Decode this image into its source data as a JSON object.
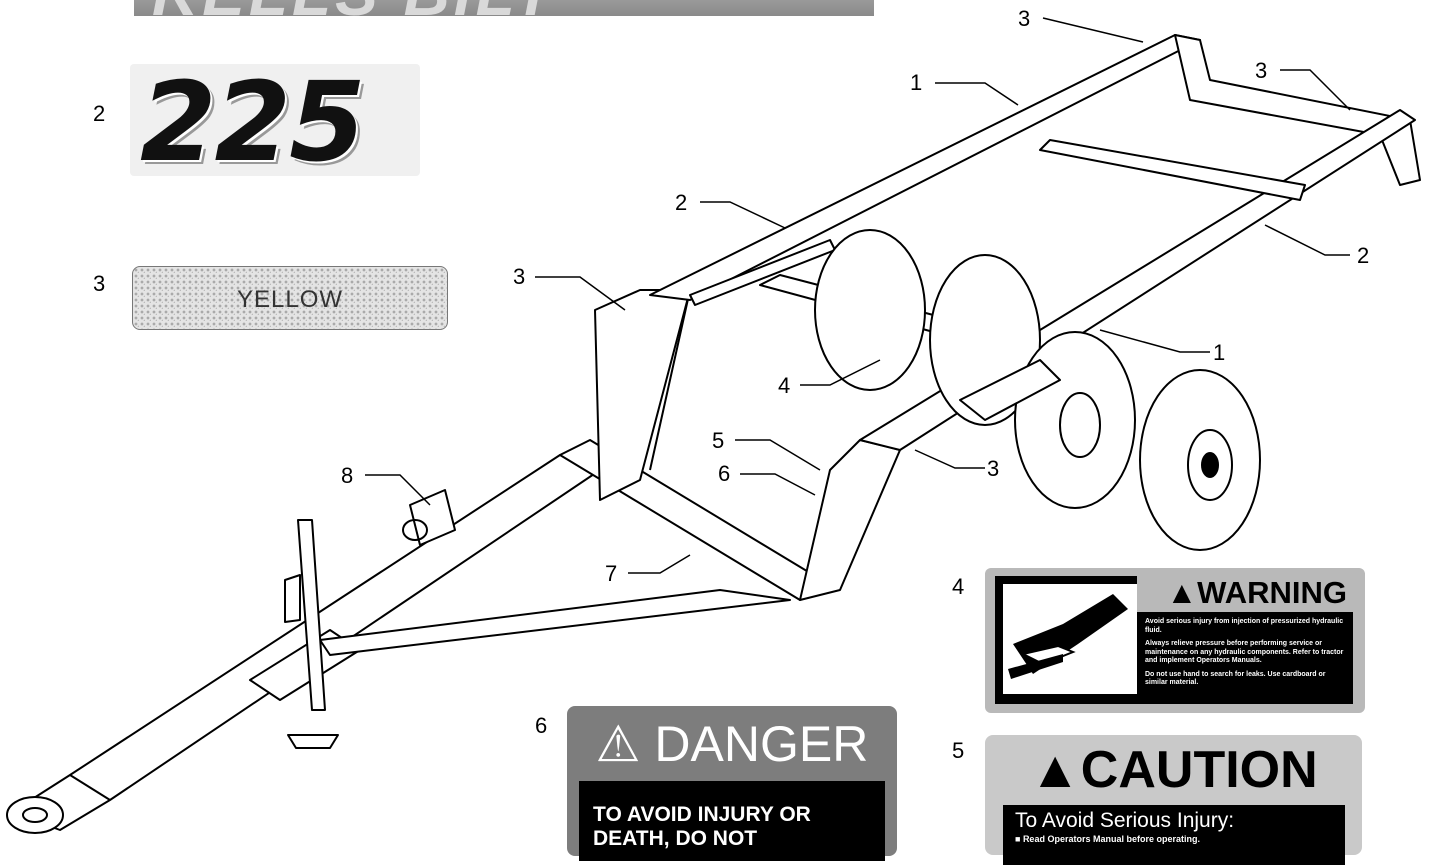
{
  "decals": {
    "logo_strip_text": "KELLS BILT",
    "model_number": "225",
    "reflector_label": "YELLOW",
    "warning": {
      "title": "WARNING",
      "line1": "Avoid serious injury from injection of pressurized hydraulic fluid.",
      "line2": "Always relieve pressure before performing service or maintenance on any hydraulic components. Refer to tractor and implement Operators Manuals.",
      "line3": "Do not use hand to search for leaks. Use cardboard or similar material."
    },
    "danger": {
      "title": "DANGER",
      "body_line1": "TO AVOID INJURY OR",
      "body_line2": "DEATH, DO NOT"
    },
    "caution": {
      "title": "CAUTION",
      "body_line1": "To Avoid Serious Injury:",
      "body_line2": "Read Operators Manual before operating."
    }
  },
  "legend_numbers": {
    "model_decal": "2",
    "reflector_decal": "3",
    "warning_decal": "4",
    "caution_decal": "5",
    "danger_decal": "6"
  },
  "callouts": [
    {
      "id": "c3-top",
      "number": "3"
    },
    {
      "id": "c1-top",
      "number": "1"
    },
    {
      "id": "c3-right",
      "number": "3"
    },
    {
      "id": "c2-mid",
      "number": "2"
    },
    {
      "id": "c2-right",
      "number": "2"
    },
    {
      "id": "c3-left",
      "number": "3"
    },
    {
      "id": "c1-right",
      "number": "1"
    },
    {
      "id": "c4",
      "number": "4"
    },
    {
      "id": "c5",
      "number": "5"
    },
    {
      "id": "c6",
      "number": "6"
    },
    {
      "id": "c3-low",
      "number": "3"
    },
    {
      "id": "c8",
      "number": "8"
    },
    {
      "id": "c7",
      "number": "7"
    }
  ]
}
